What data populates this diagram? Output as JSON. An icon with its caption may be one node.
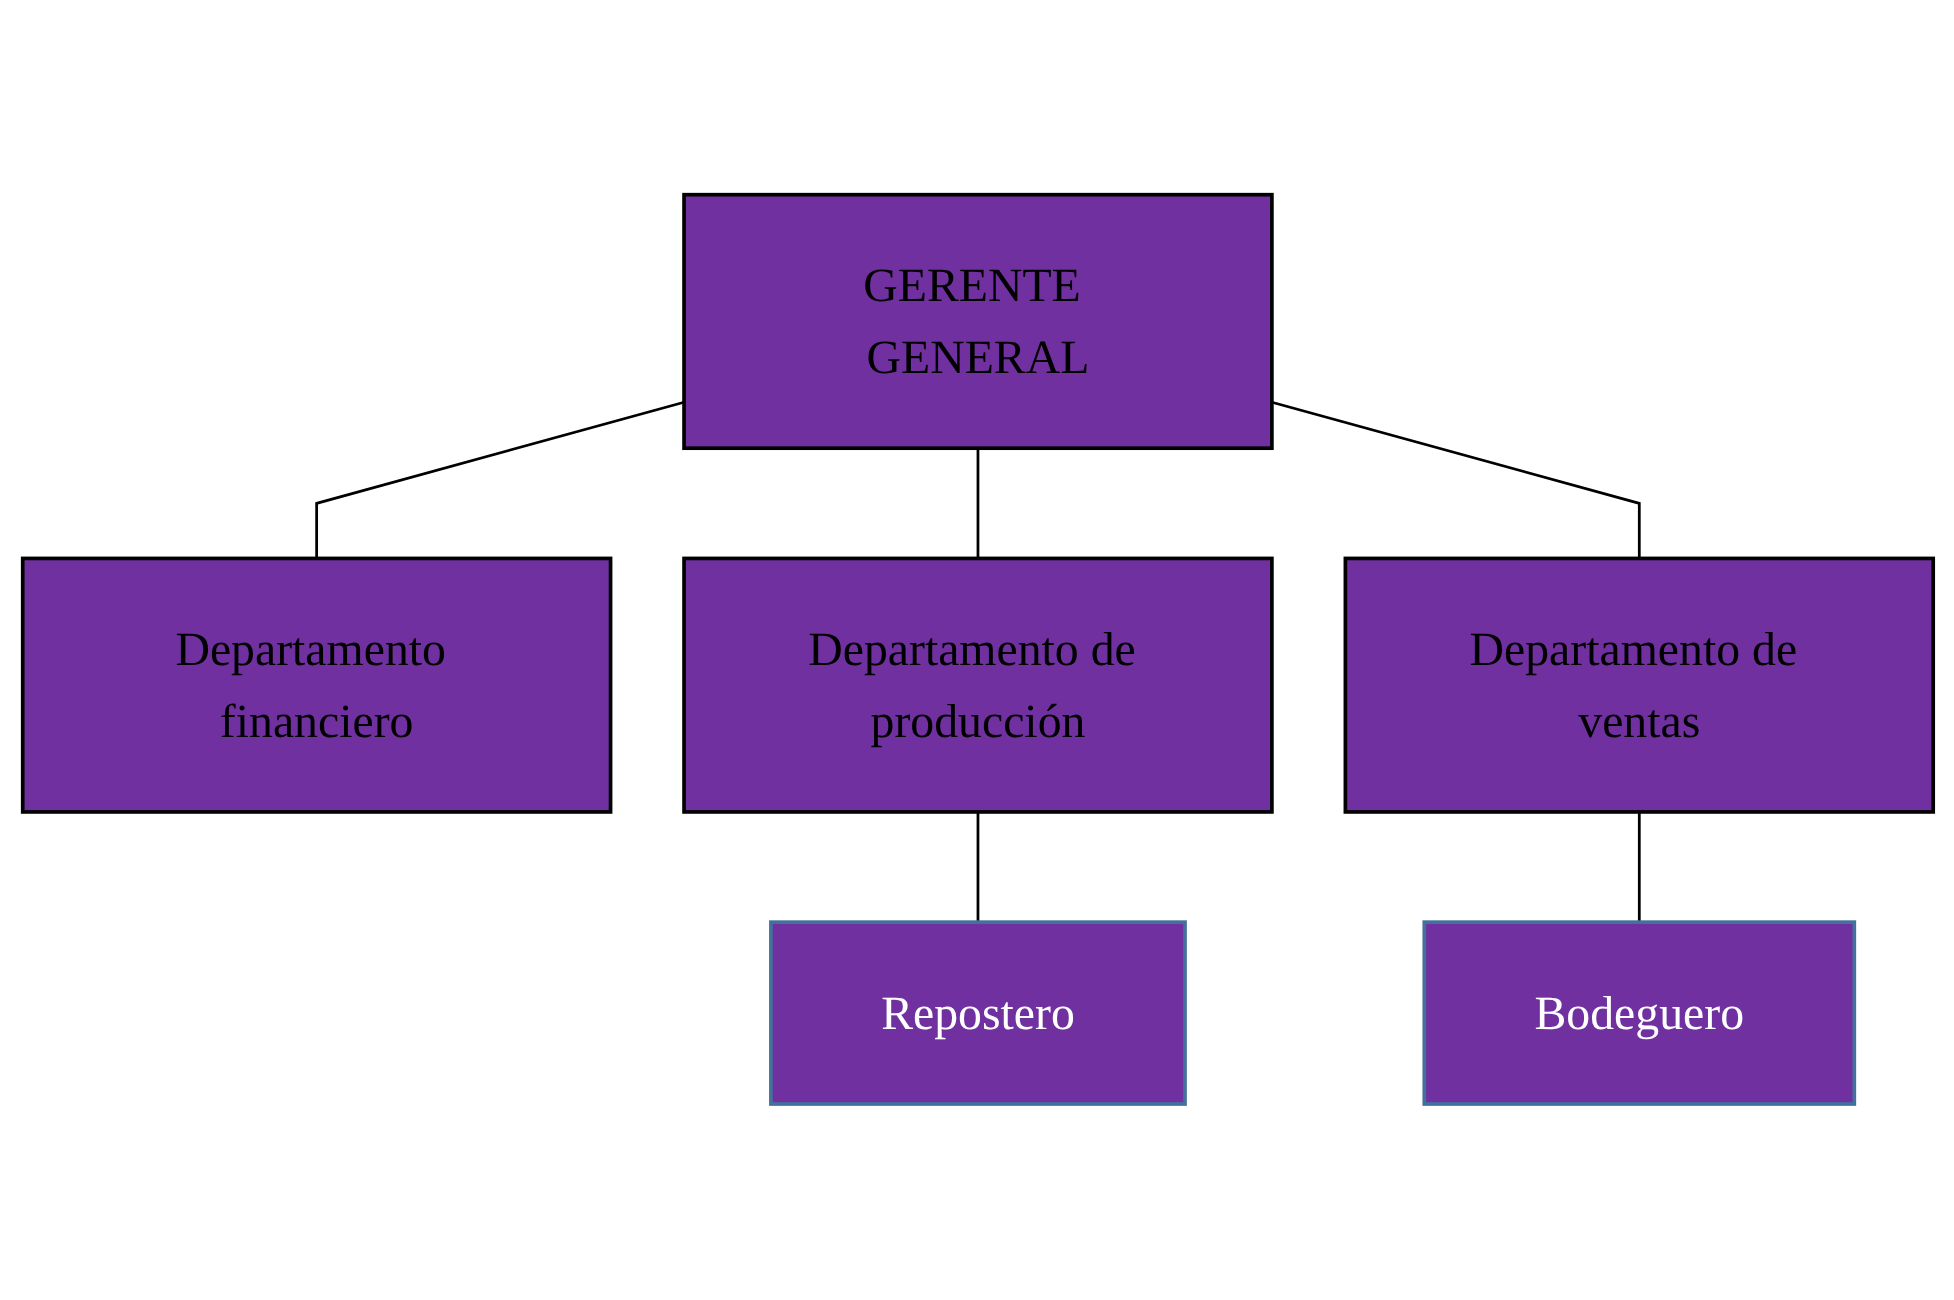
{
  "diagram": {
    "nodes": [
      {
        "text": [
          "GERENTE GENERAL"
        ]
      },
      {
        "text": [
          "Departamento financiero"
        ]
      },
      {
        "text": [
          "Departamento de producción"
        ]
      },
      {
        "text": [
          "Departamento de ventas"
        ]
      },
      {
        "text": [
          "Repostero"
        ]
      },
      {
        "text": [
          "Bodeguero"
        ]
      }
    ],
    "edges": [
      {
        "from": 0,
        "to": 1,
        "arrow": "none"
      },
      {
        "from": 0,
        "to": 2,
        "arrow": "none"
      },
      {
        "from": 0,
        "to": 3,
        "arrow": "none"
      },
      {
        "from": 2,
        "to": 4,
        "arrow": "none"
      },
      {
        "from": 3,
        "to": 5,
        "arrow": "none"
      }
    ]
  }
}
